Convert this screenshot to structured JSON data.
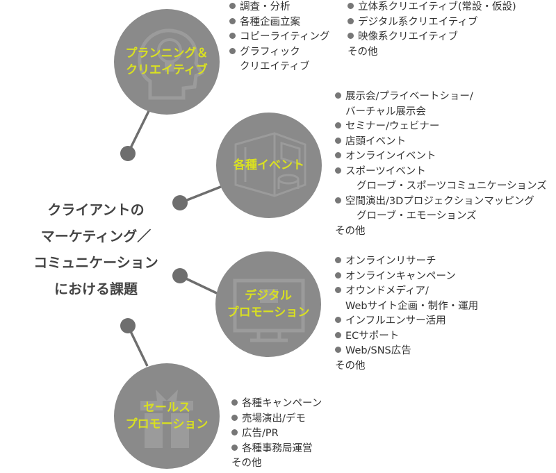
{
  "center_title": [
    "クライアントの",
    "マーケティング／",
    "コミュニケーション",
    "における課題"
  ],
  "categories": [
    {
      "title": [
        "プランニング＆",
        "クリエイティブ"
      ],
      "icon": "lightbulb-head-icon",
      "items_col1": [
        {
          "text": "調査・分析"
        },
        {
          "text": "各種企画立案"
        },
        {
          "text": "コピーライティング"
        },
        {
          "text": "グラフィック",
          "cont": "クリエイティブ"
        }
      ],
      "items_col2": [
        {
          "text": "立体系クリエイティブ(常設・仮設)"
        },
        {
          "text": "デジタル系クリエイティブ"
        },
        {
          "text": "映像系クリエイティブ"
        }
      ],
      "other": "その他"
    },
    {
      "title": [
        "各種イベント"
      ],
      "icon": "exhibition-booth-icon",
      "items": [
        {
          "text": "展示会/プライベートショー/",
          "cont": "バーチャル展示会"
        },
        {
          "text": "セミナー/ウェビナー"
        },
        {
          "text": "店頭イベント"
        },
        {
          "text": "オンラインイベント"
        },
        {
          "text": "スポーツイベント",
          "sub": "グローブ・スポーツコミュニケーションズ"
        },
        {
          "text": "空間演出/3Dプロジェクションマッピング",
          "sub": "グローブ・エモーションズ"
        }
      ],
      "other": "その他"
    },
    {
      "title": [
        "デジタル",
        "プロモーション"
      ],
      "icon": "monitor-icon",
      "items": [
        {
          "text": "オンラインリサーチ"
        },
        {
          "text": "オンラインキャンペーン"
        },
        {
          "text": "オウンドメディア/",
          "cont": "Webサイト企画・制作・運用"
        },
        {
          "text": "インフルエンサー活用"
        },
        {
          "text": "ECサポート"
        },
        {
          "text": "Web/SNS広告"
        }
      ],
      "other": "その他"
    },
    {
      "title": [
        "セールス",
        "プロモーション"
      ],
      "icon": "gift-box-icon",
      "items": [
        {
          "text": "各種キャンペーン"
        },
        {
          "text": "売場演出/デモ"
        },
        {
          "text": "広告/PR"
        },
        {
          "text": "各種事務局運営"
        }
      ],
      "other": "その他"
    }
  ],
  "colors": {
    "circle": "#8a8a8a",
    "label": "#d9e021",
    "connector": "#6e6e6e",
    "icon_watermark": "#9b9b9b"
  }
}
